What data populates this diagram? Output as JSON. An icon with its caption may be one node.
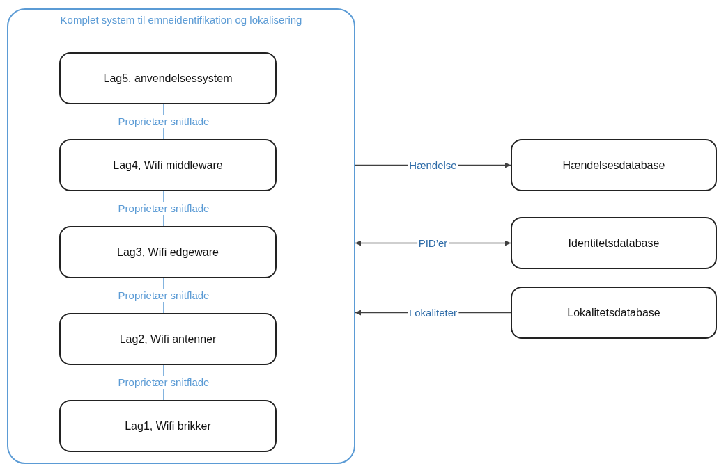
{
  "diagram": {
    "nodes": [
      {
        "text": [
          "Komplet system til emneidentifikation og lokalisering"
        ]
      },
      {
        "text": [
          "Lag5, anvendelsessystem"
        ],
        "in": 0
      },
      {
        "text": [
          "Lag4, Wifi middleware"
        ],
        "in": 0
      },
      {
        "text": [
          "Lag3, Wifi edgeware"
        ],
        "in": 0
      },
      {
        "text": [
          "Lag2, Wifi antenner"
        ],
        "in": 0
      },
      {
        "text": [
          "Lag1, Wifi brikker"
        ],
        "in": 0
      },
      {
        "text": [
          "Hændelsesdatabase"
        ]
      },
      {
        "text": [
          "Identitetsdatabase"
        ]
      },
      {
        "text": [
          "Lokalitetsdatabase"
        ]
      }
    ],
    "edges": [
      {
        "from": 1,
        "to": 2,
        "arrow": "none",
        "label": "Proprietær snitflade"
      },
      {
        "from": 2,
        "to": 3,
        "arrow": "none",
        "label": "Proprietær snitflade"
      },
      {
        "from": 3,
        "to": 4,
        "arrow": "none",
        "label": "Proprietær snitflade"
      },
      {
        "from": 4,
        "to": 5,
        "arrow": "none",
        "label": "Proprietær snitflade"
      },
      {
        "from": 0,
        "to": 6,
        "arrow": "to",
        "label": "Hændelse",
        "color": "#404040"
      },
      {
        "from": 0,
        "to": 7,
        "arrow": "both",
        "label": "PID’er",
        "color": "#404040"
      },
      {
        "from": 8,
        "to": 0,
        "arrow": "to",
        "label": "Lokaliteter",
        "color": "#404040"
      }
    ]
  }
}
